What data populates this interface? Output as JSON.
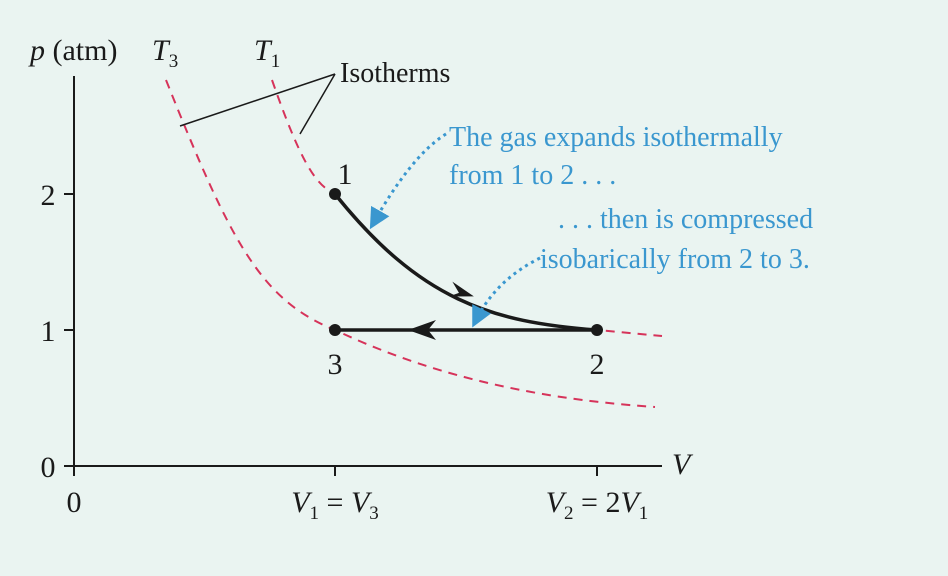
{
  "axes": {
    "y_label": "p (atm)",
    "y_label_var": "p",
    "y_label_unit": "(atm)",
    "x_label": "V",
    "y_ticks": [
      "0",
      "1",
      "2"
    ],
    "x_origin": "0",
    "x_tick_v1": "V1 = V3",
    "x_tick_v2": "V2 = 2V1"
  },
  "isotherms": {
    "label": "Isotherms",
    "t1": "T1",
    "t3": "T3"
  },
  "points": [
    "1",
    "2",
    "3"
  ],
  "annotations": {
    "expand_line1": "The gas expands isothermally",
    "expand_line2": "from 1 to 2 . . .",
    "compress_line1": ". . . then is compressed",
    "compress_line2": "isobarically from 2 to 3."
  },
  "colors": {
    "background": "#eaf4f1",
    "isotherm": "#d6335a",
    "annotation": "#3a97cf",
    "path": "#1a1a1a"
  }
}
